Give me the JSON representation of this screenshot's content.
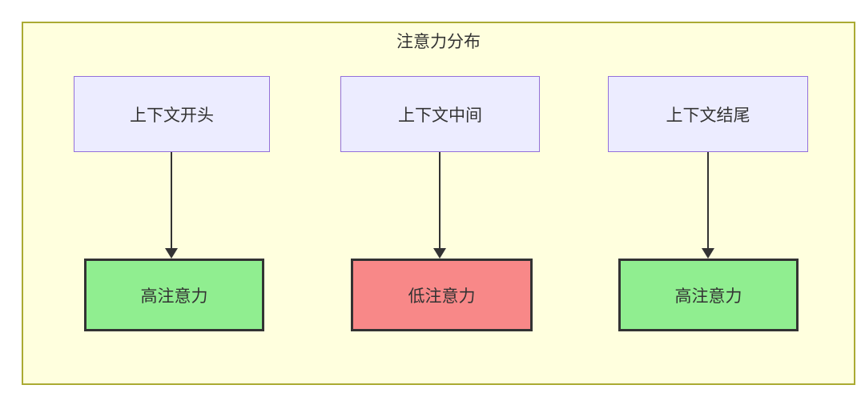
{
  "diagram": {
    "title": "注意力分布",
    "top_nodes": [
      {
        "id": "context-start",
        "label": "上下文开头"
      },
      {
        "id": "context-middle",
        "label": "上下文中间"
      },
      {
        "id": "context-end",
        "label": "上下文结尾"
      }
    ],
    "bottom_nodes": [
      {
        "id": "attention-start",
        "label": "高注意力",
        "level": "high"
      },
      {
        "id": "attention-middle",
        "label": "低注意力",
        "level": "low"
      },
      {
        "id": "attention-end",
        "label": "高注意力",
        "level": "high"
      }
    ],
    "edges": [
      {
        "from": "context-start",
        "to": "attention-start"
      },
      {
        "from": "context-middle",
        "to": "attention-middle"
      },
      {
        "from": "context-end",
        "to": "attention-end"
      }
    ],
    "colors": {
      "container_fill": "#FFFFDE",
      "container_border": "#AAAA33",
      "top_node_fill": "#ECECFF",
      "top_node_border": "#9370DB",
      "high_fill": "#90EE90",
      "low_fill": "#F88888",
      "node_border_dark": "#333333",
      "arrow": "#333333",
      "text": "#333333"
    }
  }
}
